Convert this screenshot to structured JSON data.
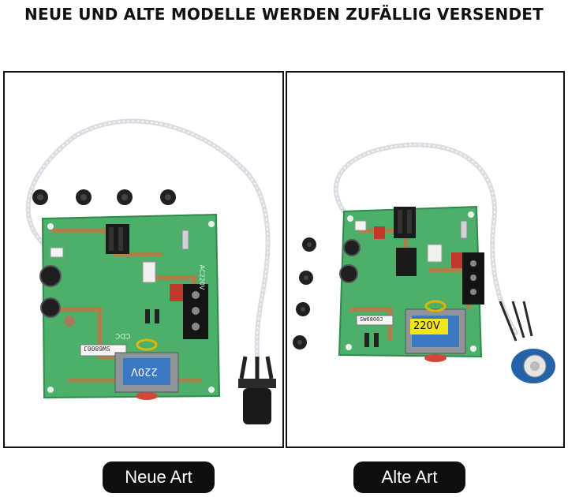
{
  "headline": "NEUE UND ALTE MODELLE WERDEN ZUFÄLLIG VERSENDET",
  "left_panel": {
    "caption": "Neue Art",
    "transformer_label": "220V",
    "board_text_1": "SW6800J",
    "board_text_2": "CDC",
    "board_text_3": "AC220V"
  },
  "right_panel": {
    "caption": "Alte Art",
    "transformer_label": "220V",
    "board_text_1": "SW6800J"
  },
  "colors": {
    "pcb_green": "#4caf6a",
    "pcb_dark": "#2f8a4c",
    "trace_brown": "#a8824a",
    "pill_bg": "#0f0f0f",
    "label_yellow": "#f3e617"
  }
}
